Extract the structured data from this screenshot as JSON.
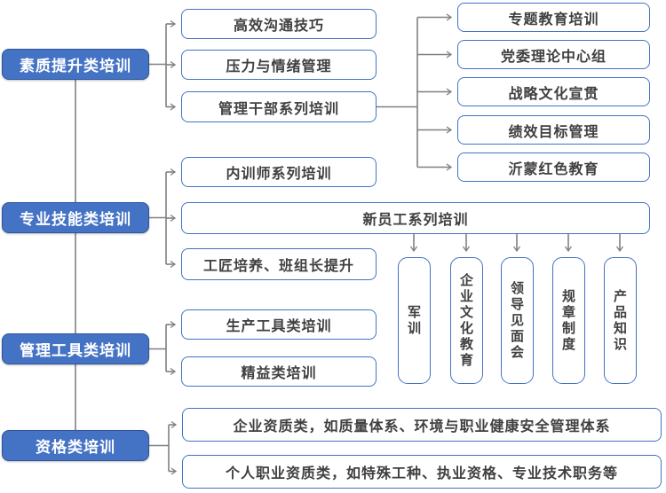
{
  "colors": {
    "accent": "#4472C4",
    "category_text": "#FFFFFF",
    "node_text": "#404040",
    "connector": "#808080"
  },
  "tree": {
    "categories": [
      {
        "label": "素质提升类培训",
        "children": [
          {
            "label": "高效沟通技巧"
          },
          {
            "label": "压力与情绪管理"
          },
          {
            "label": "管理干部系列培训",
            "children": [
              {
                "label": "专题教育培训"
              },
              {
                "label": "党委理论中心组"
              },
              {
                "label": "战略文化宣贯"
              },
              {
                "label": "绩效目标管理"
              },
              {
                "label": "沂蒙红色教育"
              }
            ]
          }
        ]
      },
      {
        "label": "专业技能类培训",
        "children": [
          {
            "label": "内训师系列培训"
          },
          {
            "label": "新员工系列培训",
            "children": [
              {
                "label": "军训"
              },
              {
                "label": "企业文化教育"
              },
              {
                "label": "领导见面会"
              },
              {
                "label": "规章制度"
              },
              {
                "label": "产品知识"
              }
            ]
          },
          {
            "label": "工匠培养、班组长提升"
          }
        ]
      },
      {
        "label": "管理工具类培训",
        "children": [
          {
            "label": "生产工具类培训"
          },
          {
            "label": "精益类培训"
          }
        ]
      },
      {
        "label": "资格类培训",
        "children": [
          {
            "label": "企业资质类，如质量体系、环境与职业健康安全管理体系"
          },
          {
            "label": "个人职业资质类，如特殊工种、执业资格、专业技术职务等"
          }
        ]
      }
    ]
  }
}
